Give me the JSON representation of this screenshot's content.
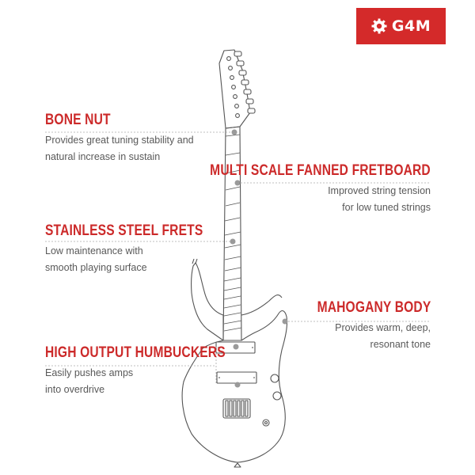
{
  "brand": {
    "logo_text": "G4M",
    "accent_color": "#d42a2a",
    "icon": "gear-icon"
  },
  "features": {
    "bone_nut": {
      "title": "BONE NUT",
      "desc": [
        "Provides great tuning stability and",
        "natural increase in sustain"
      ]
    },
    "fretboard": {
      "title": "MULTI SCALE FANNED FRETBOARD",
      "desc": [
        "Improved string tension",
        "for low tuned strings"
      ]
    },
    "frets": {
      "title": "STAINLESS STEEL FRETS",
      "desc": [
        "Low maintenance with",
        "smooth playing surface"
      ]
    },
    "body": {
      "title": "MAHOGANY BODY",
      "desc": [
        "Provides warm, deep,",
        "resonant tone"
      ]
    },
    "pickups": {
      "title": "HIGH OUTPUT HUMBUCKERS",
      "desc": [
        "Easily pushes amps",
        "into overdrive"
      ]
    }
  }
}
